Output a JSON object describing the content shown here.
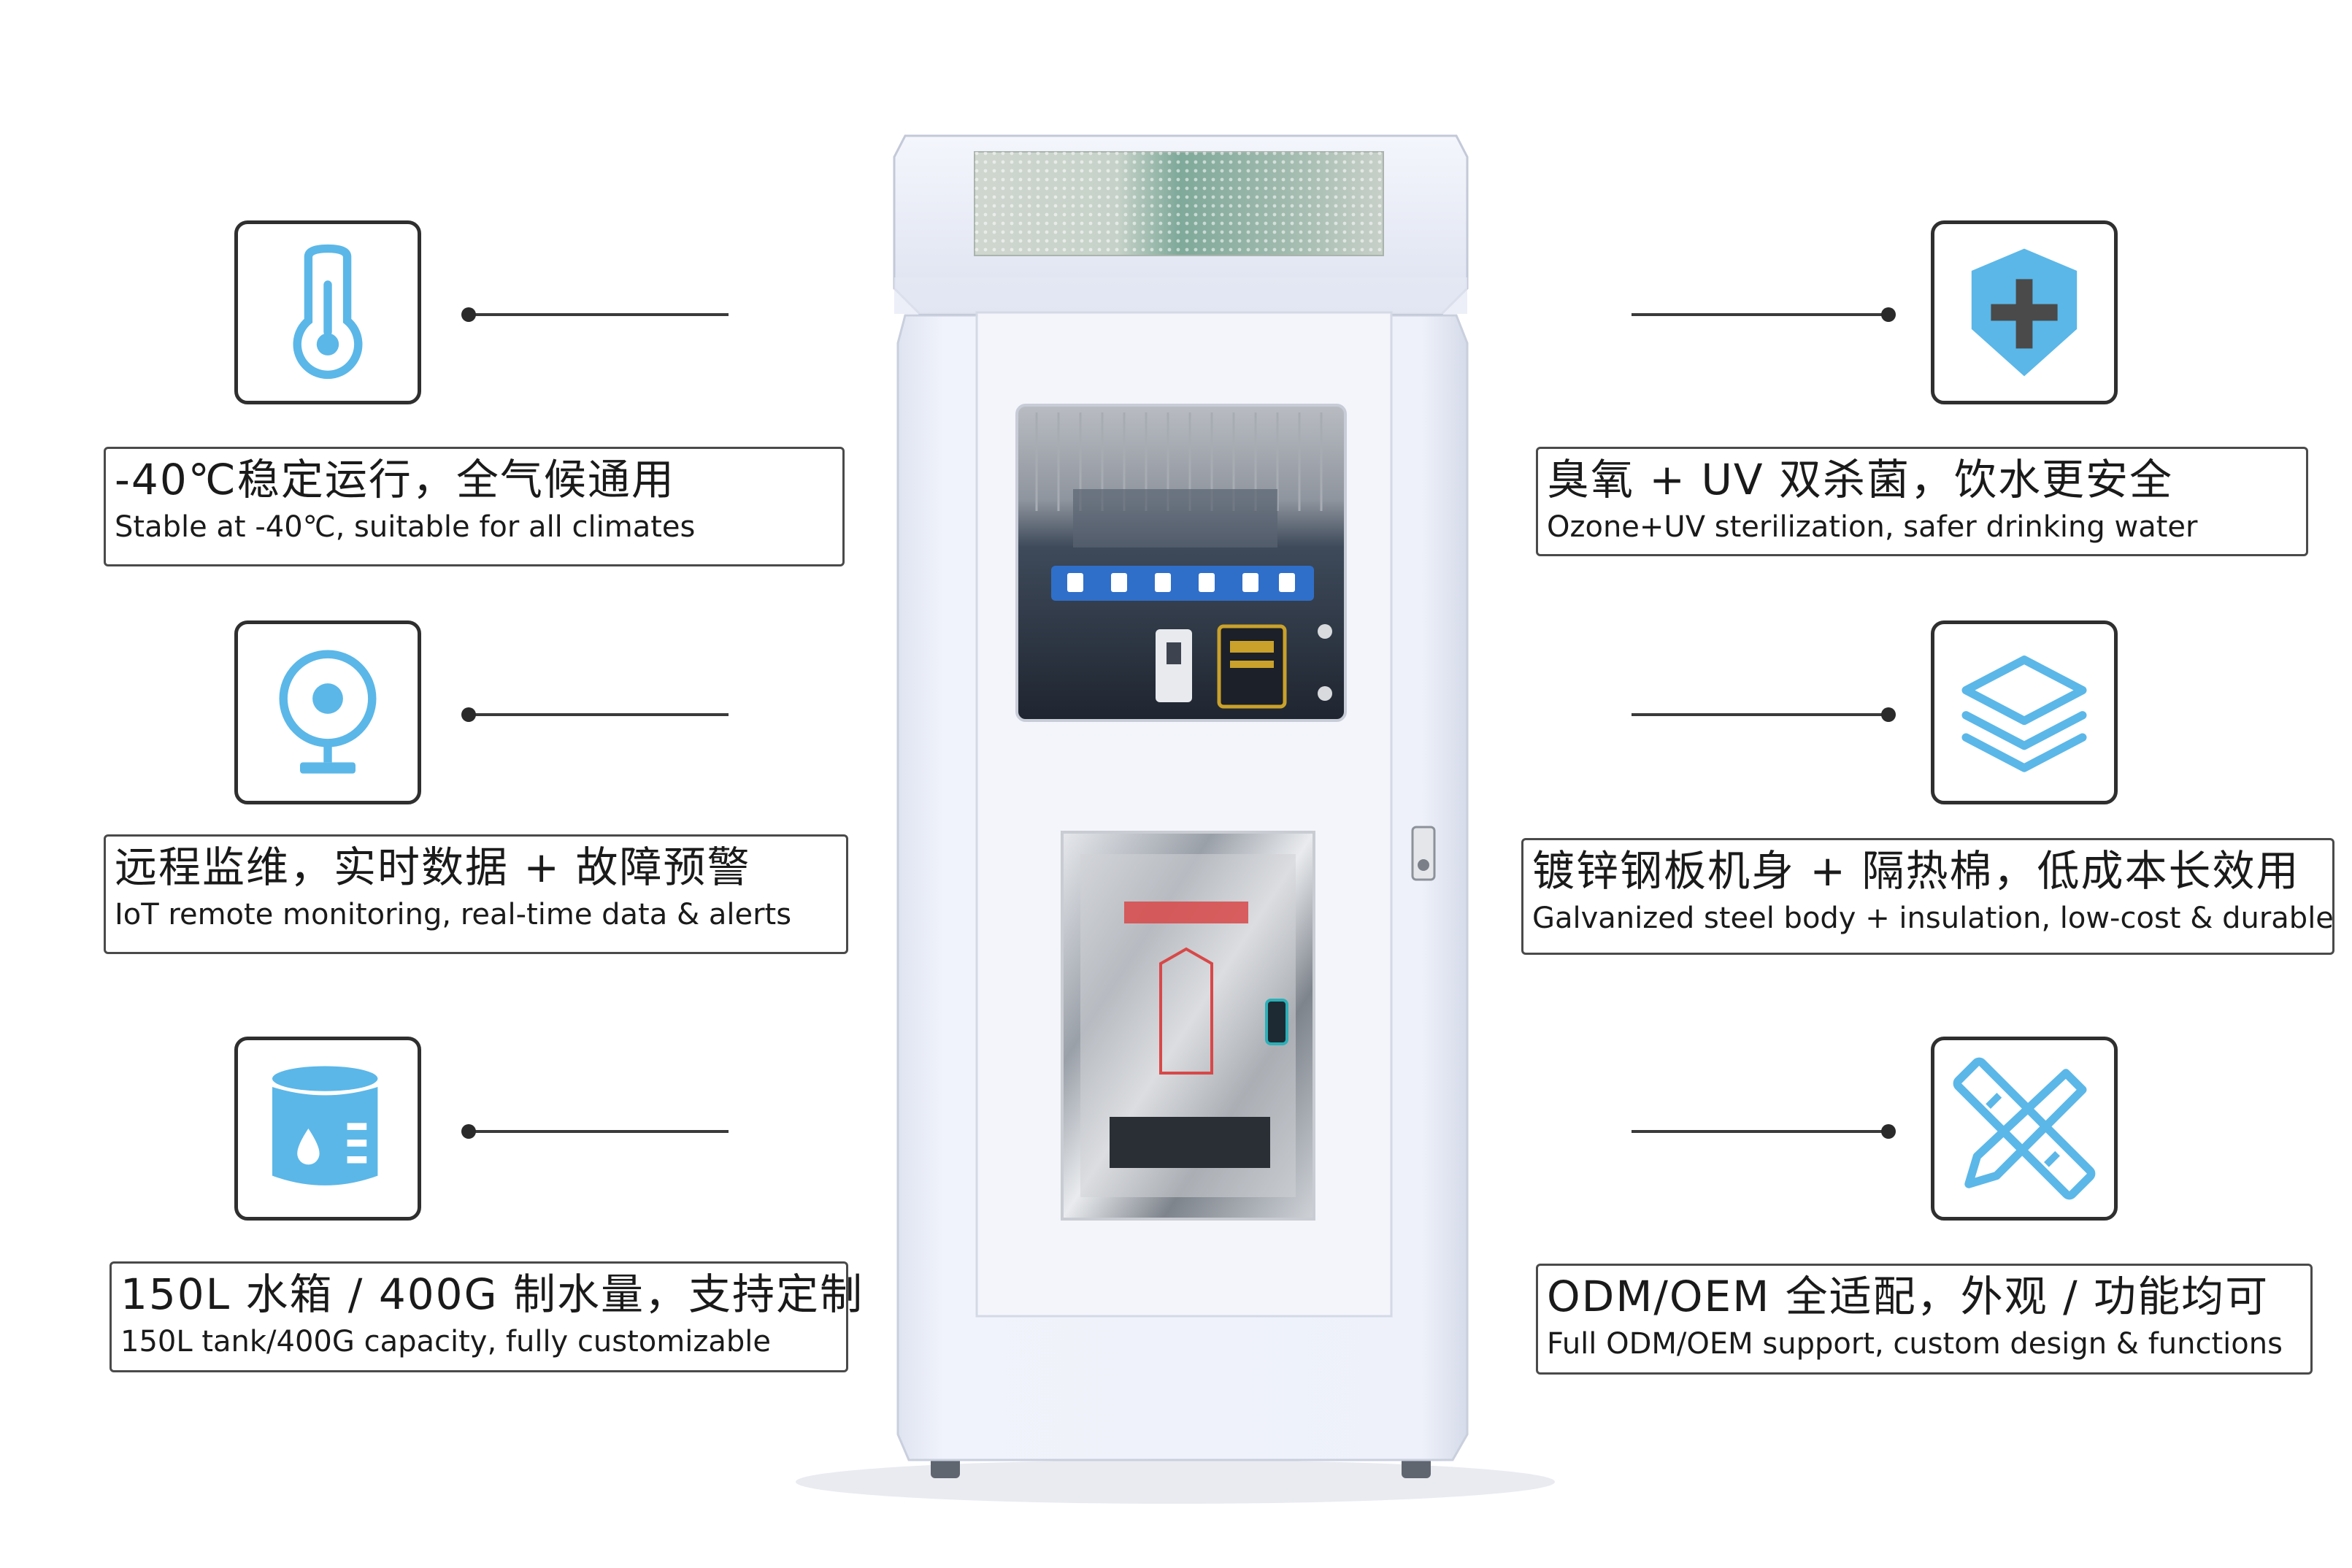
{
  "colors": {
    "icon_blue": "#5bb7e8",
    "icon_dark": "#4a4a4a",
    "cabinet_white": "#eef1f9",
    "border_dark": "#2f2f2f"
  },
  "features": [
    {
      "icon": "thermometer-icon",
      "zh": "-40℃稳定运行，全气候通用",
      "en": "Stable at -40℃, suitable for all climates"
    },
    {
      "icon": "webcam-icon",
      "zh": "远程监维，实时数据 + 故障预警",
      "en": "IoT remote monitoring, real-time data & alerts"
    },
    {
      "icon": "water-tank-icon",
      "zh": "150L 水箱 / 400G 制水量，支持定制",
      "en": "150L tank/400G capacity, fully customizable"
    },
    {
      "icon": "shield-plus-icon",
      "zh": "臭氧 + UV 双杀菌，饮水更安全",
      "en": "Ozone+UV sterilization, safer drinking water"
    },
    {
      "icon": "layers-icon",
      "zh": "镀锌钢板机身 + 隔热棉，低成本长效用",
      "en": "Galvanized steel body + insulation, low-cost & durable"
    },
    {
      "icon": "pencil-ruler-icon",
      "zh": "ODM/OEM 全适配，外观 / 功能均可",
      "en": "Full ODM/OEM support, custom design & functions"
    }
  ]
}
